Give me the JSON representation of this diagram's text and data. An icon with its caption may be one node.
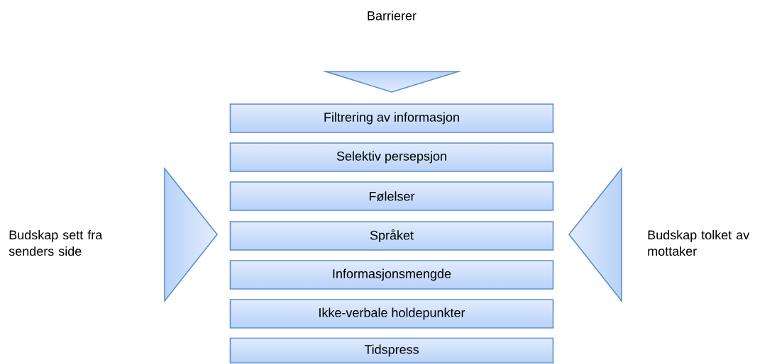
{
  "diagram": {
    "nodes": [
      {
        "text": [
          "Barrierer"
        ]
      },
      {
        "text": [
          "Budskap sett fra senders side"
        ]
      },
      {
        "text": [
          "Filtrering av informasjon"
        ]
      },
      {
        "text": [
          "Selektiv persepsjon"
        ]
      },
      {
        "text": [
          "Følelser"
        ]
      },
      {
        "text": [
          "Språket"
        ]
      },
      {
        "text": [
          "Informasjonsmengde"
        ]
      },
      {
        "text": [
          "Ikke-verbale holdepunkter"
        ]
      },
      {
        "text": [
          "Tidspress"
        ]
      },
      {
        "text": [
          "Budskap tolket av mottaker"
        ]
      }
    ]
  }
}
